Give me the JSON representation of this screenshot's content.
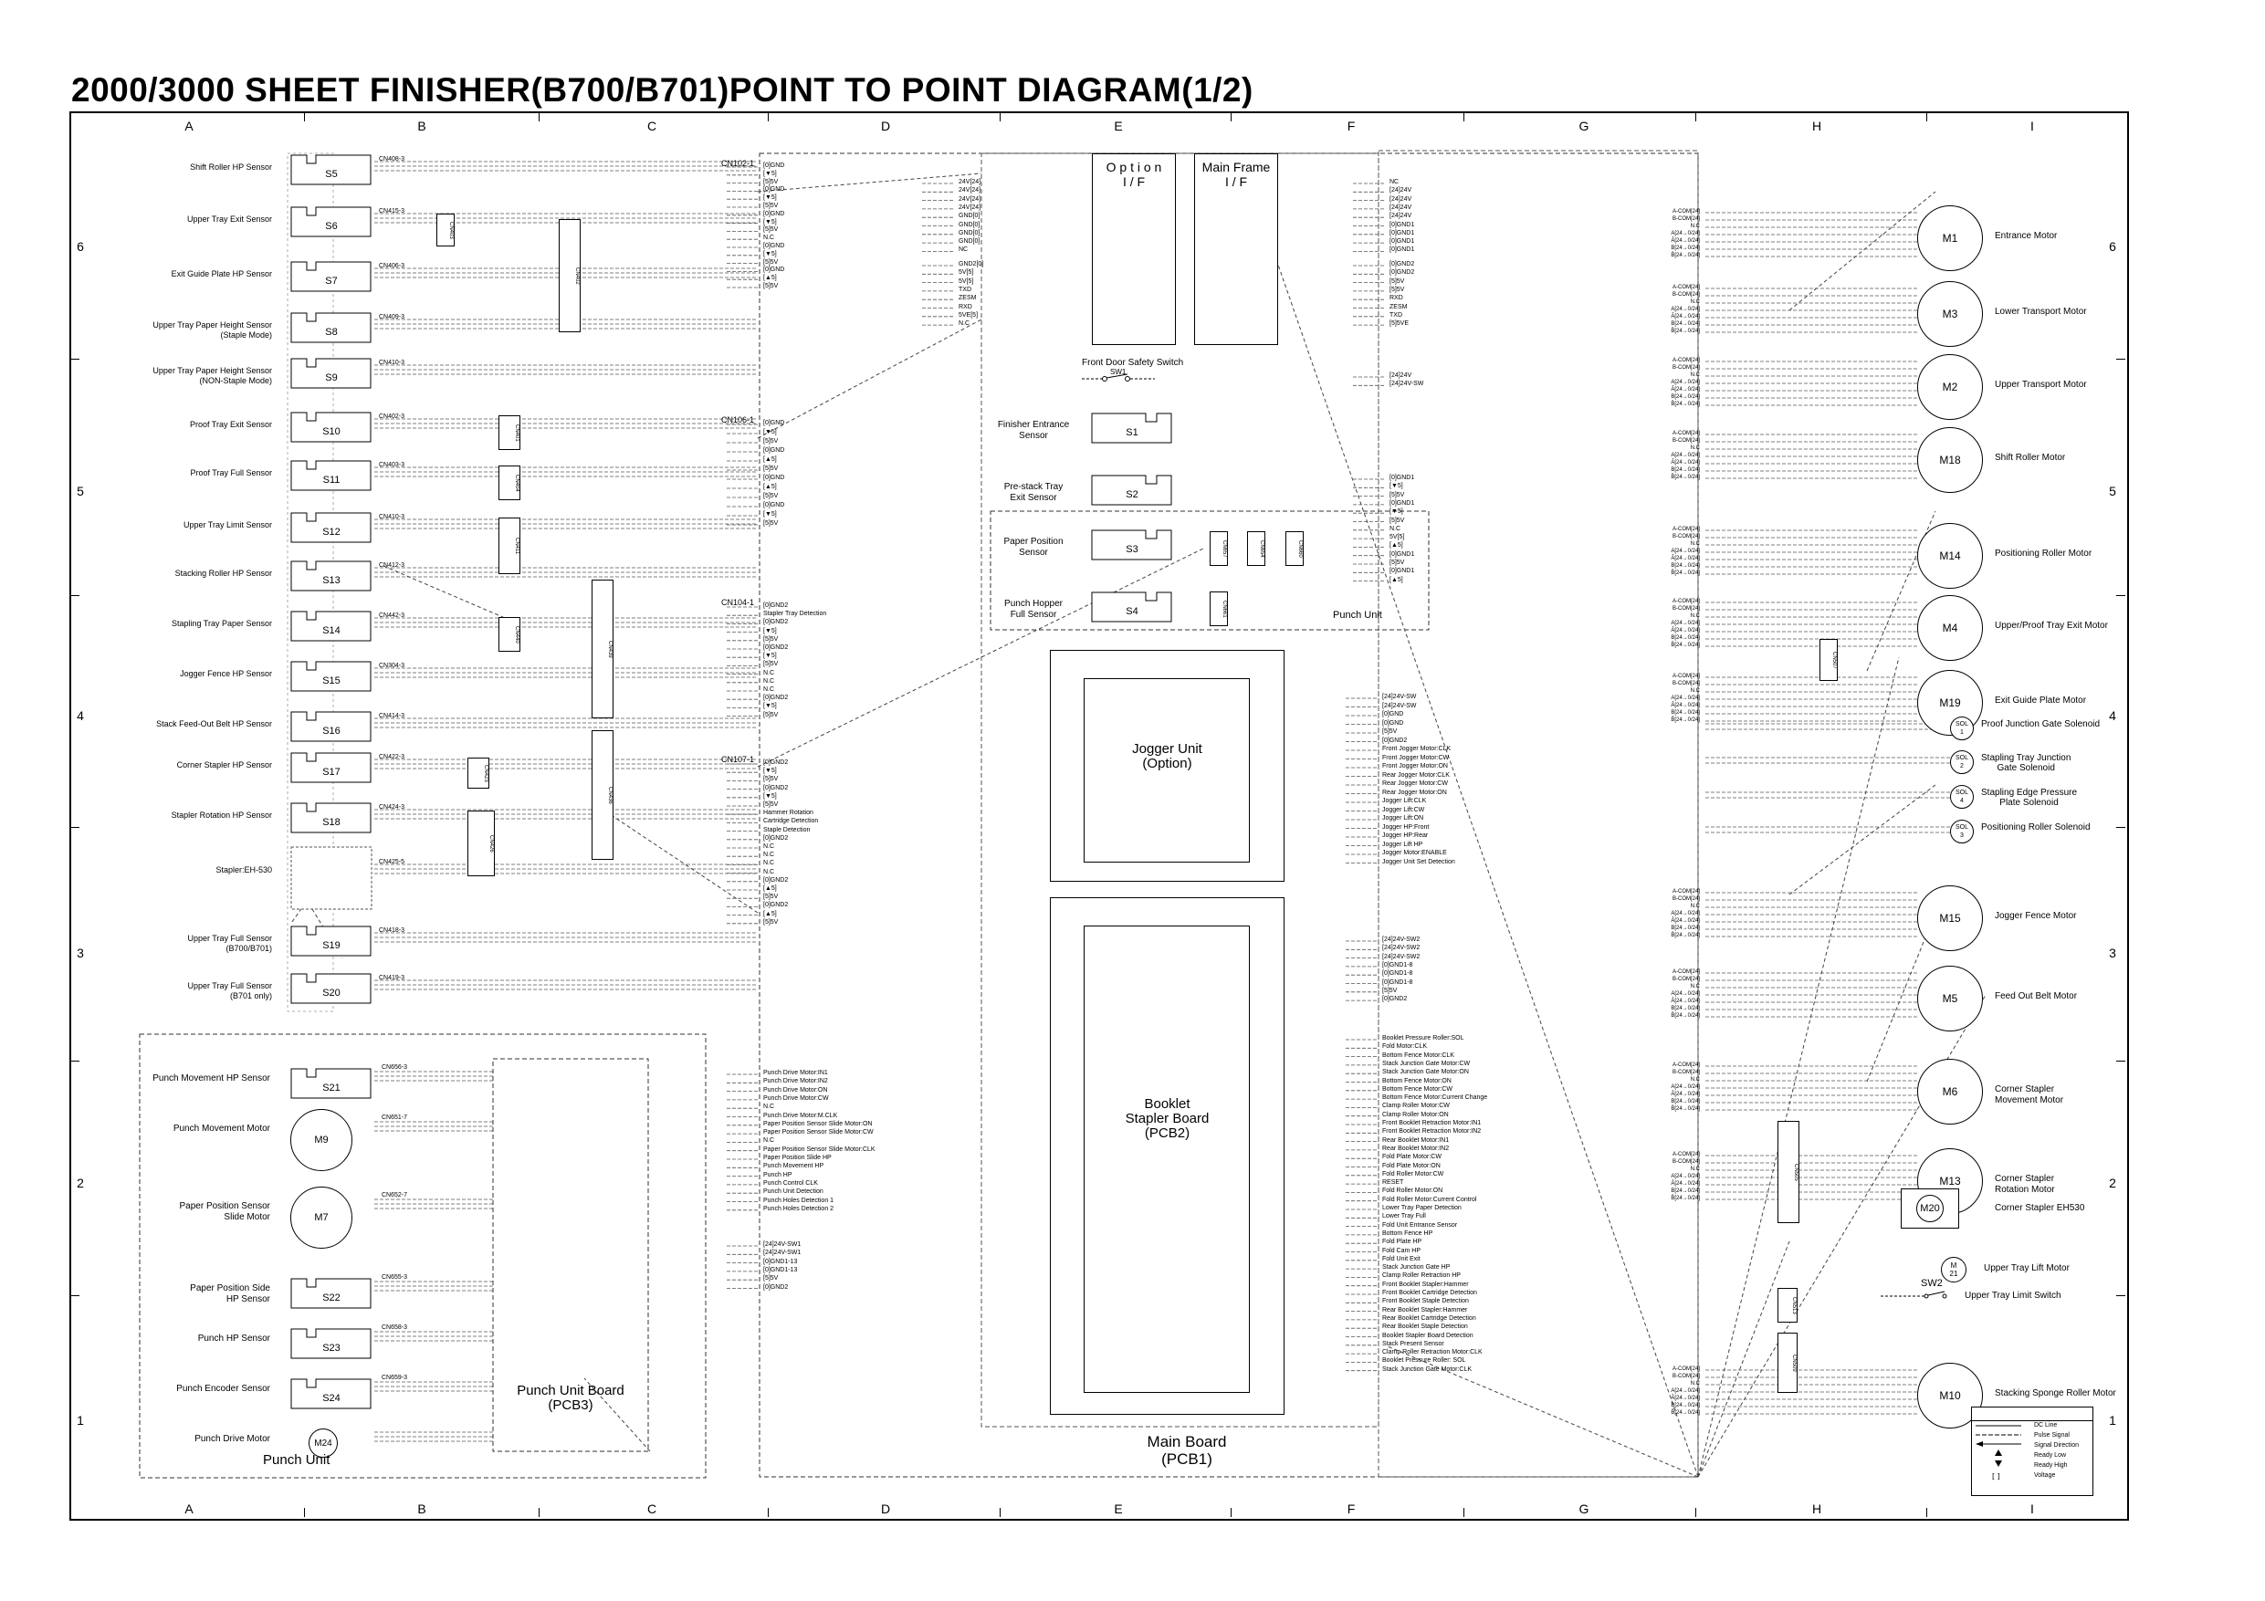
{
  "title": "2000/3000 SHEET FINISHER(B700/B701)POINT TO POINT DIAGRAM(1/2)",
  "grid": {
    "columns": [
      "A",
      "B",
      "C",
      "D",
      "E",
      "F",
      "G",
      "H",
      "I"
    ],
    "rows": [
      "6",
      "5",
      "4",
      "3",
      "2",
      "1"
    ]
  },
  "left_sensors": [
    {
      "label": "Shift Roller HP Sensor",
      "id": "S5",
      "conn": "CN408-3"
    },
    {
      "label": "Upper Tray Exit Sensor",
      "id": "S6",
      "conn": "CN415-3"
    },
    {
      "label": "Exit Guide Plate HP Sensor",
      "id": "S7",
      "conn": "CN406-3"
    },
    {
      "label": "Upper Tray Paper Height Sensor\n(Staple Mode)",
      "id": "S8",
      "conn": "CN409-3"
    },
    {
      "label": "Upper Tray Paper Height Sensor\n(NON-Staple Mode)",
      "id": "S9",
      "conn": "CN410-3"
    },
    {
      "label": "Proof Tray Exit Sensor",
      "id": "S10",
      "conn": "CN402-3"
    },
    {
      "label": "Proof Tray Full Sensor",
      "id": "S11",
      "conn": "CN403-3"
    },
    {
      "label": "Upper Tray Limit Sensor",
      "id": "S12",
      "conn": "CN410-3"
    },
    {
      "label": "Stacking Roller HP Sensor",
      "id": "S13",
      "conn": "CN412-3"
    },
    {
      "label": "Stapling Tray Paper Sensor",
      "id": "S14",
      "conn": "CN442-3"
    },
    {
      "label": "Jogger Fence HP Sensor",
      "id": "S15",
      "conn": "CN304-3"
    },
    {
      "label": "Stack Feed-Out Belt HP Sensor",
      "id": "S16",
      "conn": "CN414-3"
    },
    {
      "label": "Corner Stapler HP Sensor",
      "id": "S17",
      "conn": "CN422-3"
    },
    {
      "label": "Stapler Rotation HP Sensor",
      "id": "S18",
      "conn": "CN424-3"
    },
    {
      "label": "Stapler:EH-530",
      "id": "",
      "conn": "CN425-5"
    },
    {
      "label": "Upper Tray Full Sensor\n(B700/B701)",
      "id": "S19",
      "conn": "CN418-3"
    },
    {
      "label": "Upper Tray Full Sensor\n(B701 only)",
      "id": "S20",
      "conn": "CN419-3"
    }
  ],
  "punch_unit": {
    "title": "Punch Unit",
    "board": "Punch Unit Board\n(PCB3)",
    "items": [
      {
        "label": "Punch Movement HP Sensor",
        "id": "S21",
        "conn": "CN656-3"
      },
      {
        "label": "Punch Movement Motor",
        "id": "M9",
        "conn": "CN651-7"
      },
      {
        "label": "Paper Position Sensor\nSlide Motor",
        "id": "M7",
        "conn": "CN652-7"
      },
      {
        "label": "Paper Position Side\nHP Sensor",
        "id": "S22",
        "conn": "CN655-3"
      },
      {
        "label": "Punch HP Sensor",
        "id": "S23",
        "conn": "CN658-3"
      },
      {
        "label": "Punch Encoder Sensor",
        "id": "S24",
        "conn": "CN659-3"
      },
      {
        "label": "Punch Drive Motor",
        "id": "M24",
        "conn": ""
      }
    ]
  },
  "center": {
    "option_if": "O p t i o n\nI / F",
    "main_frame_if": "Main Frame\nI / F",
    "front_door": "Front Door Safety Switch",
    "sw1": "SW1",
    "sensors": [
      {
        "label": "Finisher Entrance\nSensor",
        "id": "S1"
      },
      {
        "label": "Pre-stack Tray\nExit Sensor",
        "id": "S2"
      },
      {
        "label": "Paper Position\nSensor",
        "id": "S3"
      },
      {
        "label": "Punch Hopper\nFull Sensor",
        "id": "S4"
      }
    ],
    "punch_unit_label": "Punch Unit",
    "jogger": "Jogger Unit\n(Option)",
    "booklet": "Booklet\nStapler Board\n(PCB2)",
    "main_board": "Main Board\n(PCB1)"
  },
  "right_motors": [
    {
      "id": "M1",
      "label": "Entrance Motor"
    },
    {
      "id": "M3",
      "label": "Lower Transport Motor"
    },
    {
      "id": "M2",
      "label": "Upper Transport Motor"
    },
    {
      "id": "M18",
      "label": "Shift Roller Motor"
    },
    {
      "id": "M14",
      "label": "Positioning Roller Motor"
    },
    {
      "id": "M4",
      "label": "Upper/Proof Tray Exit Motor"
    },
    {
      "id": "M19",
      "label": "Exit Guide Plate Motor"
    },
    {
      "id": "M15",
      "label": "Jogger Fence Motor"
    },
    {
      "id": "M5",
      "label": "Feed Out Belt Motor"
    },
    {
      "id": "M6",
      "label": "Corner Stapler\nMovement Motor"
    },
    {
      "id": "M13",
      "label": "Corner Stapler\nRotation Motor"
    },
    {
      "id": "M20",
      "label": "Corner Stapler EH530"
    },
    {
      "id": "M10",
      "label": "Stacking Sponge Roller Motor"
    }
  ],
  "right_solenoids": [
    {
      "id": "SOL\n1",
      "label": "Proof Junction Gate Solenoid"
    },
    {
      "id": "SOL\n2",
      "label": "Stapling Tray Junction\nGate Solenoid"
    },
    {
      "id": "SOL\n4",
      "label": "Stapling Edge Pressure\nPlate Solenoid"
    },
    {
      "id": "SOL\n3",
      "label": "Positioning Roller Solenoid"
    }
  ],
  "right_other": {
    "m21": "M\n21",
    "m21_label": "Upper Tray Lift Motor",
    "sw2": "SW2",
    "sw2_label": "Upper Tray Limit Switch"
  },
  "signals_d": [
    "[0]GND",
    "[▼5]",
    "[5]5V",
    "[0]GND",
    "[▼5]",
    "[5]5V",
    "[0]GND",
    "[▼5]",
    "[5]5V",
    "N.C",
    "[0]GND",
    "[▼5]",
    "[5]5V",
    "[0]GND",
    "[▲5]",
    "[5]5V"
  ],
  "signals_d2": [
    "[0]GND",
    "[▼5]",
    "[5]5V",
    "[0]GND",
    "[▲5]",
    "[5]5V",
    "[0]GND",
    "[▲5]",
    "[5]5V",
    "[0]GND",
    "[▼5]",
    "[5]5V"
  ],
  "signals_d3": [
    "[0]GND2",
    "Stapler Tray Detection",
    "[0]GND2",
    "[▼5]",
    "[5]5V",
    "[0]GND2",
    "[▼5]",
    "[5]5V",
    "N.C",
    "N.C",
    "N.C",
    "[0]GND2",
    "[▼5]",
    "[5]5V"
  ],
  "signals_d4": [
    "[0]GND2",
    "[▼5]",
    "[5]5V",
    "[0]GND2",
    "[▼5]",
    "[5]5V",
    "Hammer Rotation",
    "Cartridge Detection",
    "Staple Detection",
    "[0]GND2",
    "N.C",
    "N.C",
    "N.C",
    "N.C",
    "[0]GND2",
    "[▲5]",
    "[5]5V",
    "[0]GND2",
    "[▲5]",
    "[5]5V"
  ],
  "signals_jog": [
    "[24]24V-SW",
    "[24]24V-SW",
    "[0]GND",
    "[0]GND",
    "[5]5V",
    "[0]GND2",
    "Front Jogger Motor:CLK",
    "Front Jogger Motor:CW",
    "Front Jogger Motor:ON",
    "Rear Jogger Motor:CLK",
    "Rear Jogger Motor:CW",
    "Rear Jogger Motor:ON",
    "Jogger Lift:CLK",
    "Jogger Lift:CW",
    "Jogger Lift:ON",
    "Jogger HP:Front",
    "Jogger HP:Rear",
    "Jogger Lift HP",
    "Jogger Motor:ENABLE",
    "Jogger Unit Set Detection"
  ],
  "signals_pcb2a": [
    "[24]24V-SW2",
    "[24]24V-SW2",
    "[24]24V-SW2",
    "[0]GND1-8",
    "[0]GND1-8",
    "[0]GND1-8",
    "[5]5V",
    "[0]GND2"
  ],
  "signals_pcb2b": [
    "Booklet Pressure Roller:SOL",
    "Fold Motor:CLK",
    "Bottom Fence Motor:CLK",
    "Stack Junction Gate Motor:CW",
    "Stack Junction Gate Motor:ON",
    "Bottom Fence Motor:ON",
    "Bottom Fence Motor:CW",
    "Bottom Fence Motor:Current Change",
    "Clamp Roller Motor:CW",
    "Clamp Roller Motor:ON",
    "Front Booklet Retraction Motor:IN1",
    "Front Booklet Retraction Motor:IN2",
    "Rear Booklet Motor:IN1",
    "Rear Booklet Motor:IN2",
    "Fold Plate Motor:CW",
    "Fold Plate Motor:ON",
    "Fold Roller Motor:CW",
    "RESET",
    "Fold Roller Motor:ON",
    "Fold Roller Motor:Current Control",
    "Lower Tray Paper Detection",
    "Lower Tray Full",
    "Fold Unit Entrance Sensor",
    "Bottom Fence HP",
    "Fold Plate HP",
    "Fold Cam HP",
    "Fold Unit Exit",
    "Stack Junction Gate HP",
    "Clamp Roller Retraction HP",
    "Front Booklet Stapler:Hammer",
    "Front Booklet Cartridge Detection",
    "Front Booklet Staple Detection",
    "Rear Booklet Stapler:Hammer",
    "Rear Booklet Cartridge Detection",
    "Rear Booklet Staple Detection",
    "Booklet Stapler Board Detection",
    "Stack Present Sensor",
    "Clamp Roller Retraction Motor:CLK",
    "Booklet Pressure Roller: SOL",
    "Stack Junction Gate Motor:CLK"
  ],
  "signals_punch": [
    "Punch Drive Motor:IN1",
    "Punch Drive Motor:IN2",
    "Punch Drive Motor:ON",
    "Punch Drive Motor:CW",
    "N.C",
    "Punch Drive Motor:M.CLK",
    "Paper Position Sensor Slide Motor:ON",
    "Paper Position Sensor Slide Motor:CW",
    "N.C",
    "Paper Position Sensor Slide Motor:CLK",
    "Paper Position Slide HP",
    "Punch Movement HP",
    "Punch HP",
    "Punch Control CLK",
    "Punch Unit Detection",
    "Punch Holes Detection 1",
    "Punch Holes Detection 2"
  ],
  "signals_punch2": [
    "[24]24V-SW1",
    "[24]24V-SW1",
    "[0]GND1-13",
    "[0]GND1-13",
    "[5]5V",
    "[0]GND2"
  ],
  "signals_option": [
    "24V[24]",
    "24V[24]",
    "24V[24]",
    "24V[24]",
    "GND[0]",
    "GND[0]",
    "GND[0]",
    "GND[0]",
    "NC"
  ],
  "signals_option2": [
    "GND2[0]",
    "5V[5]",
    "5V[5]",
    "TXD",
    "ZESM",
    "RXD",
    "5VE[5]",
    "N.C"
  ],
  "signals_main": [
    "NC",
    "[24]24V",
    "[24]24V",
    "[24]24V",
    "[24]24V",
    "[0]GND1",
    "[0]GND1",
    "[0]GND1",
    "[0]GND1"
  ],
  "signals_main2": [
    "[0]GND2",
    "[0]GND2",
    "[5]5V",
    "[5]5V",
    "RXD",
    "ZESM",
    "TXD",
    "[5]5VE"
  ],
  "signals_sw1": [
    "[24]24V",
    "[24]24V-SW"
  ],
  "signals_f1": [
    "[0]GND1",
    "[▼5]",
    "[5]5V",
    "[0]GND1",
    "[▼5]",
    "[5]5V",
    "N.C",
    "5V[5]",
    "[▲5]",
    "[0]GND1",
    "[5]5V",
    "[0]GND1",
    "[▲5]"
  ],
  "signals_h1": [
    "A-COM[24]",
    "B-COM[24]",
    "N.C",
    "A[24→0/24]",
    "Ā[24→0/24]",
    "B[24→0/24]",
    "B̄[24→0/24]"
  ],
  "legend": {
    "rows": [
      "DC Line",
      "Pulse Signal",
      "Signal Direction",
      "Ready Low",
      "Ready High",
      "Voltage"
    ]
  }
}
